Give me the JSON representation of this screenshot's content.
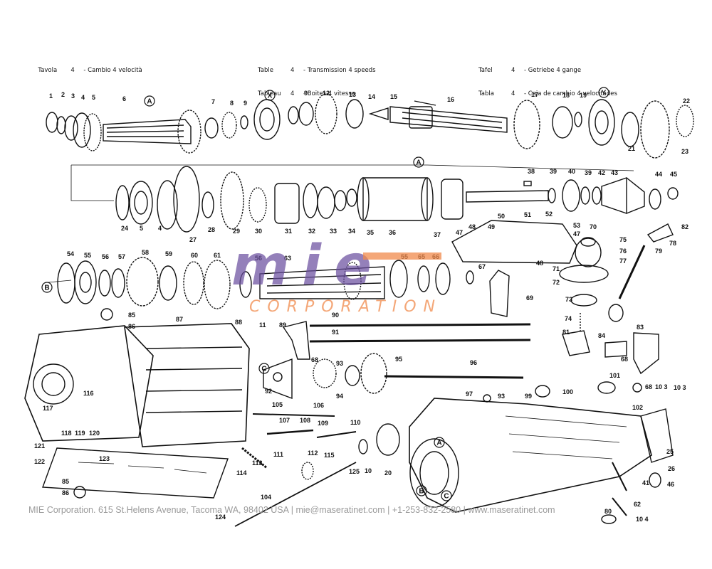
{
  "header": {
    "left": {
      "label": "Tavola",
      "num": "4",
      "text": "- Cambio 4 velocità"
    },
    "middle": [
      {
        "label": "Table",
        "num": "4",
        "text": "- Transmission 4 speeds"
      },
      {
        "label": "Tableau",
        "num": "4",
        "text": "- Boites 4 vitesse"
      }
    ],
    "right": [
      {
        "label": "Tafel",
        "num": "4",
        "text": "- Getriebe 4 gange"
      },
      {
        "label": "Tabla",
        "num": "4",
        "text": "- Caja de cambio 4 velocitades"
      }
    ]
  },
  "watermark": {
    "brand": "mie",
    "sub": "CORPORATION"
  },
  "footer": {
    "text": "MIE Corporation. 615 St.Helens Avenue, Tacoma WA, 98402 USA  |  mie@maseratinet.com  |  +1-253-832-2580  |  www.maseratinet.com"
  },
  "callouts": {
    "row1": [
      "1",
      "2",
      "3",
      "4",
      "5",
      "6",
      "7",
      "8",
      "9",
      "9",
      "12",
      "13",
      "14",
      "15",
      "16",
      "17",
      "18",
      "19",
      "21",
      "22",
      "23"
    ],
    "row2": [
      "24",
      "5",
      "4",
      "27",
      "28",
      "29",
      "30",
      "31",
      "32",
      "33",
      "34",
      "35",
      "36",
      "37",
      "38",
      "39",
      "40",
      "39",
      "42",
      "43",
      "44",
      "45"
    ],
    "row3": [
      "54",
      "55",
      "56",
      "57",
      "58",
      "59",
      "60",
      "61",
      "56",
      "63",
      "55",
      "65",
      "66",
      "67",
      "69",
      "48"
    ],
    "shift": [
      "47",
      "48",
      "49",
      "50",
      "51",
      "52",
      "53",
      "47",
      "70",
      "75",
      "76",
      "77",
      "71",
      "72",
      "73",
      "74",
      "78",
      "79",
      "82",
      "81",
      "83",
      "84",
      "68",
      "101",
      "10 3",
      "68",
      "102",
      "10 3"
    ],
    "lower": [
      "85",
      "86",
      "87",
      "88",
      "11",
      "89",
      "90",
      "91",
      "68",
      "92",
      "93",
      "94",
      "95",
      "96",
      "105",
      "106",
      "107",
      "108",
      "109",
      "110",
      "111",
      "112",
      "115",
      "125",
      "10",
      "20",
      "113",
      "114",
      "104",
      "97",
      "93",
      "99",
      "100",
      "25",
      "26",
      "41",
      "46",
      "80",
      "10 4",
      "62",
      "116",
      "117",
      "118",
      "119",
      "120",
      "121",
      "122",
      "123",
      "124",
      "85",
      "86"
    ],
    "circled": [
      "A",
      "X",
      "Y",
      "A",
      "B",
      "C",
      "A",
      "B",
      "C"
    ]
  }
}
